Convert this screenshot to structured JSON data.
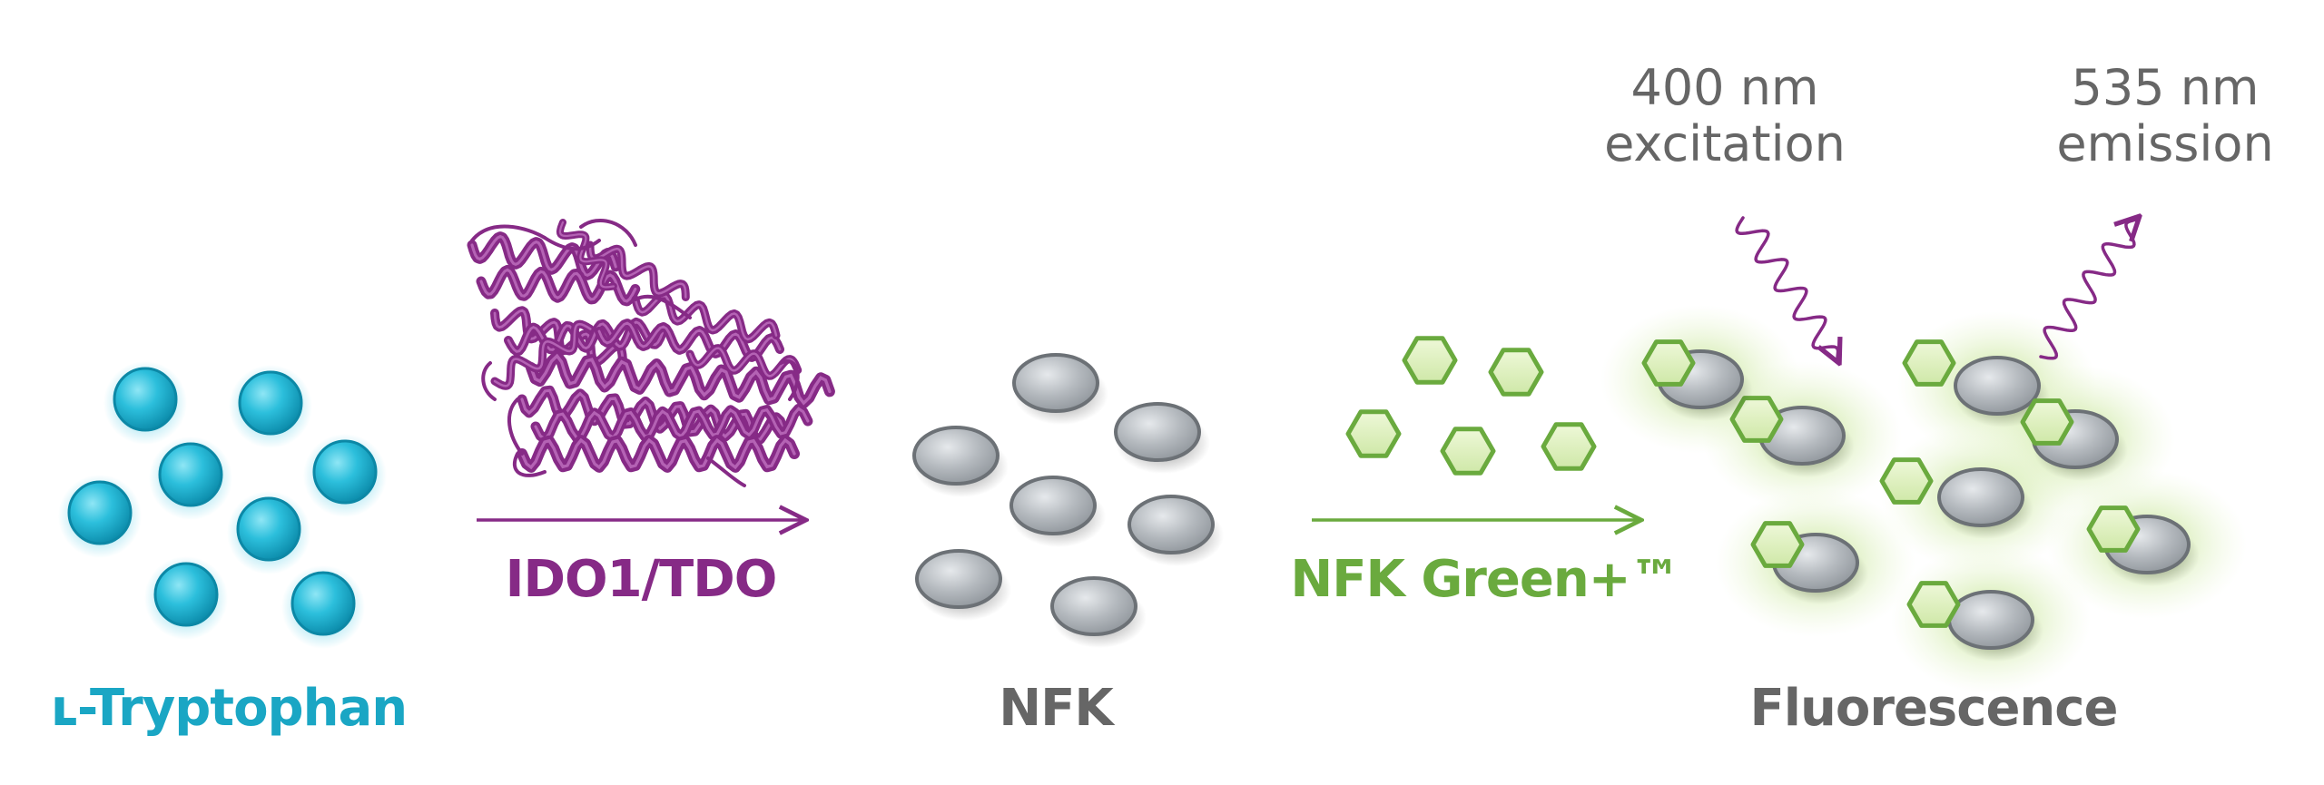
{
  "colors": {
    "tryptophan": "#1aa6c4",
    "enzyme": "#862a86",
    "nfk": "#666666",
    "green": "#6aaa3e",
    "gray_text": "#666666"
  },
  "stages": {
    "tryptophan_label": "ʟ-Tryptophan",
    "nfk_label": "NFK",
    "fluorescence_label": "Fluorescence"
  },
  "arrows": {
    "enzyme_label": "IDO1/TDO",
    "reagent_label": "NFK Green+™"
  },
  "light": {
    "excitation_line1": "400 nm",
    "excitation_line2": "excitation",
    "emission_line1": "535 nm",
    "emission_line2": "emission"
  },
  "icons": {
    "enzyme": "protein-ribbon-structure-icon",
    "tryptophan": "blue-sphere-icon",
    "nfk": "gray-ellipse-icon",
    "reagent": "green-hexagon-icon",
    "light_wave": "wavy-arrow-icon"
  }
}
